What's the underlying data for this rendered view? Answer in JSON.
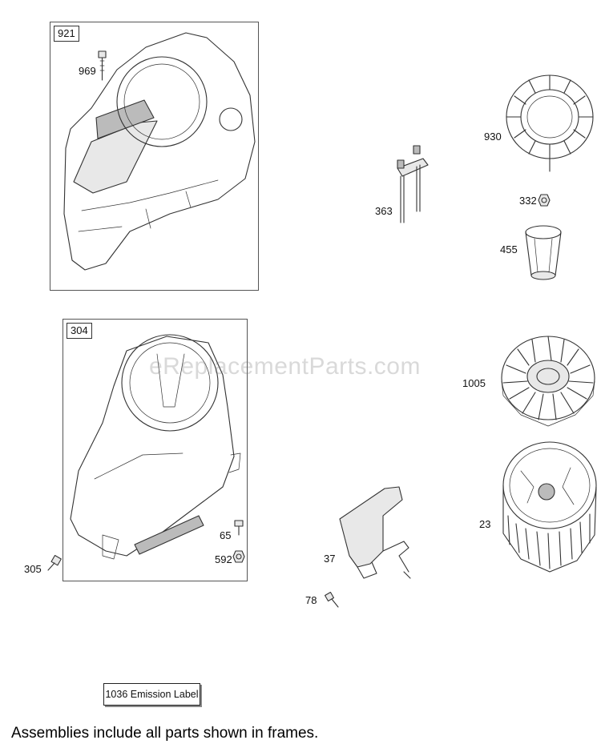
{
  "watermark": "eReplacementParts.com",
  "frames": [
    {
      "tag": "921"
    },
    {
      "tag": "304"
    }
  ],
  "callouts": {
    "c969": "969",
    "c930": "930",
    "c363": "363",
    "c332": "332",
    "c455": "455",
    "c1005": "1005",
    "c23": "23",
    "c65": "65",
    "c592": "592",
    "c305": "305",
    "c37": "37",
    "c78": "78"
  },
  "emission_label": "1036 Emission Label",
  "footnote": "Assemblies include all parts shown in frames."
}
